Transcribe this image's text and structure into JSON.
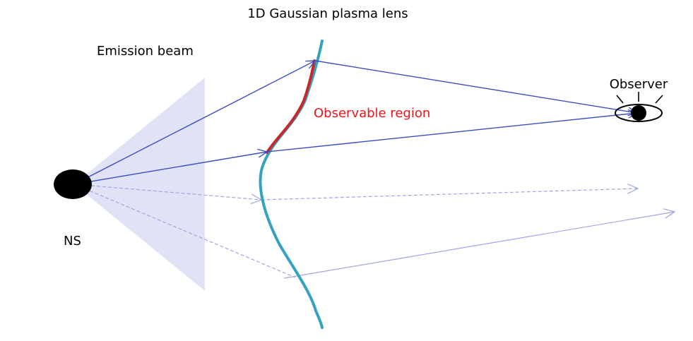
{
  "title": "1D Gaussian plasma lens",
  "labels": {
    "emission_beam": "Emission beam",
    "observable_region": "Observable region",
    "observer": "Observer",
    "source": "NS"
  },
  "colors": {
    "beam_fill": "#dfe3f5",
    "ray": "#3a4fc4",
    "ray_faint": "#9fa6e0",
    "lens": "#35a3bf",
    "observable_segment": "#c8282b",
    "observable_text": "#e8171d",
    "source": "#000000"
  },
  "icons": {
    "source": "neutron-star-dot",
    "observer": "eye-icon"
  }
}
